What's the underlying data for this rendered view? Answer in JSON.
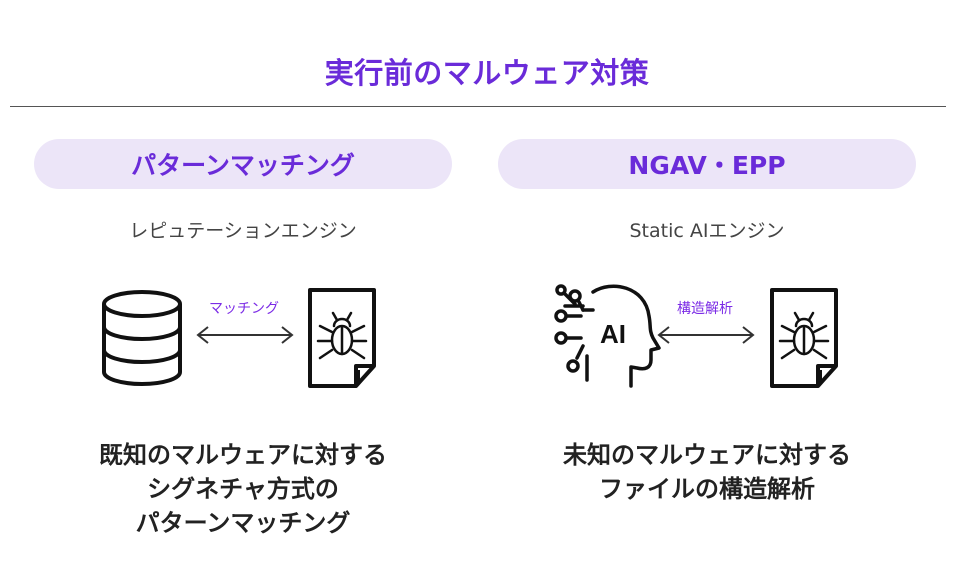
{
  "title": "実行前のマルウェア対策",
  "left": {
    "pill_label": "パターンマッチング",
    "engine_label": "レピュテーションエンジン",
    "arrow_label": "マッチング",
    "summary_lines": [
      "既知のマルウェアに対する",
      "シグネチャ方式の",
      "パターンマッチング"
    ],
    "icons": [
      "database-icon",
      "double-arrow-icon",
      "malware-file-icon"
    ]
  },
  "right": {
    "pill_label": "NGAV・EPP",
    "engine_label": "Static AIエンジン",
    "arrow_label": "構造解析",
    "ai_text": "AI",
    "summary_lines": [
      "未知のマルウェアに対する",
      "ファイルの構造解析"
    ],
    "icons": [
      "ai-head-icon",
      "double-arrow-icon",
      "malware-file-icon"
    ]
  },
  "colors": {
    "accent": "#6a2bd9",
    "pill_bg": "#ece5f8",
    "arrow_label": "#7b2be6"
  }
}
